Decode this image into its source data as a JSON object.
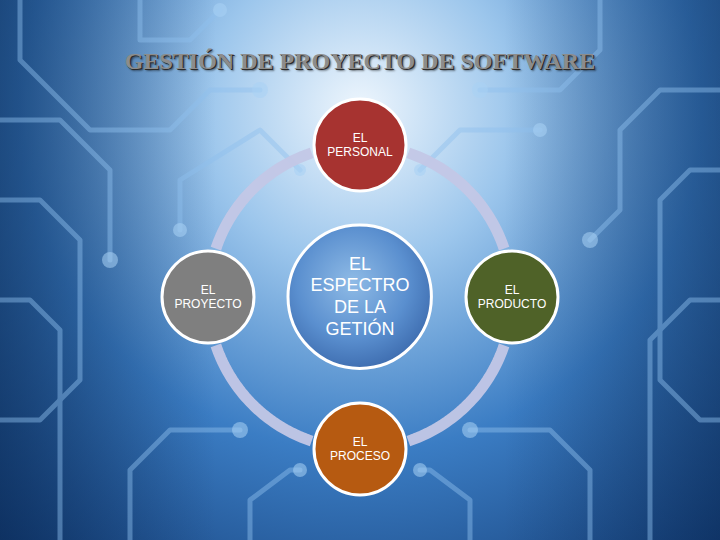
{
  "diagram": {
    "title": "GESTIÓN DE PROYECTO DE SOFTWARE",
    "nodes": [
      {
        "text": [
          "EL PERSONAL"
        ]
      },
      {
        "text": [
          "EL PROYECTO"
        ]
      },
      {
        "text": [
          "EL ESPECTRO DE LA GETIÓN"
        ]
      },
      {
        "text": [
          "EL PRODUCTO"
        ]
      },
      {
        "text": [
          "EL PROCESO"
        ]
      }
    ],
    "edges": [
      {
        "from": 0,
        "to": 3,
        "arrow": "none"
      },
      {
        "from": 3,
        "to": 4,
        "arrow": "none"
      },
      {
        "from": 4,
        "to": 1,
        "arrow": "none"
      },
      {
        "from": 1,
        "to": 0,
        "arrow": "none"
      }
    ]
  }
}
